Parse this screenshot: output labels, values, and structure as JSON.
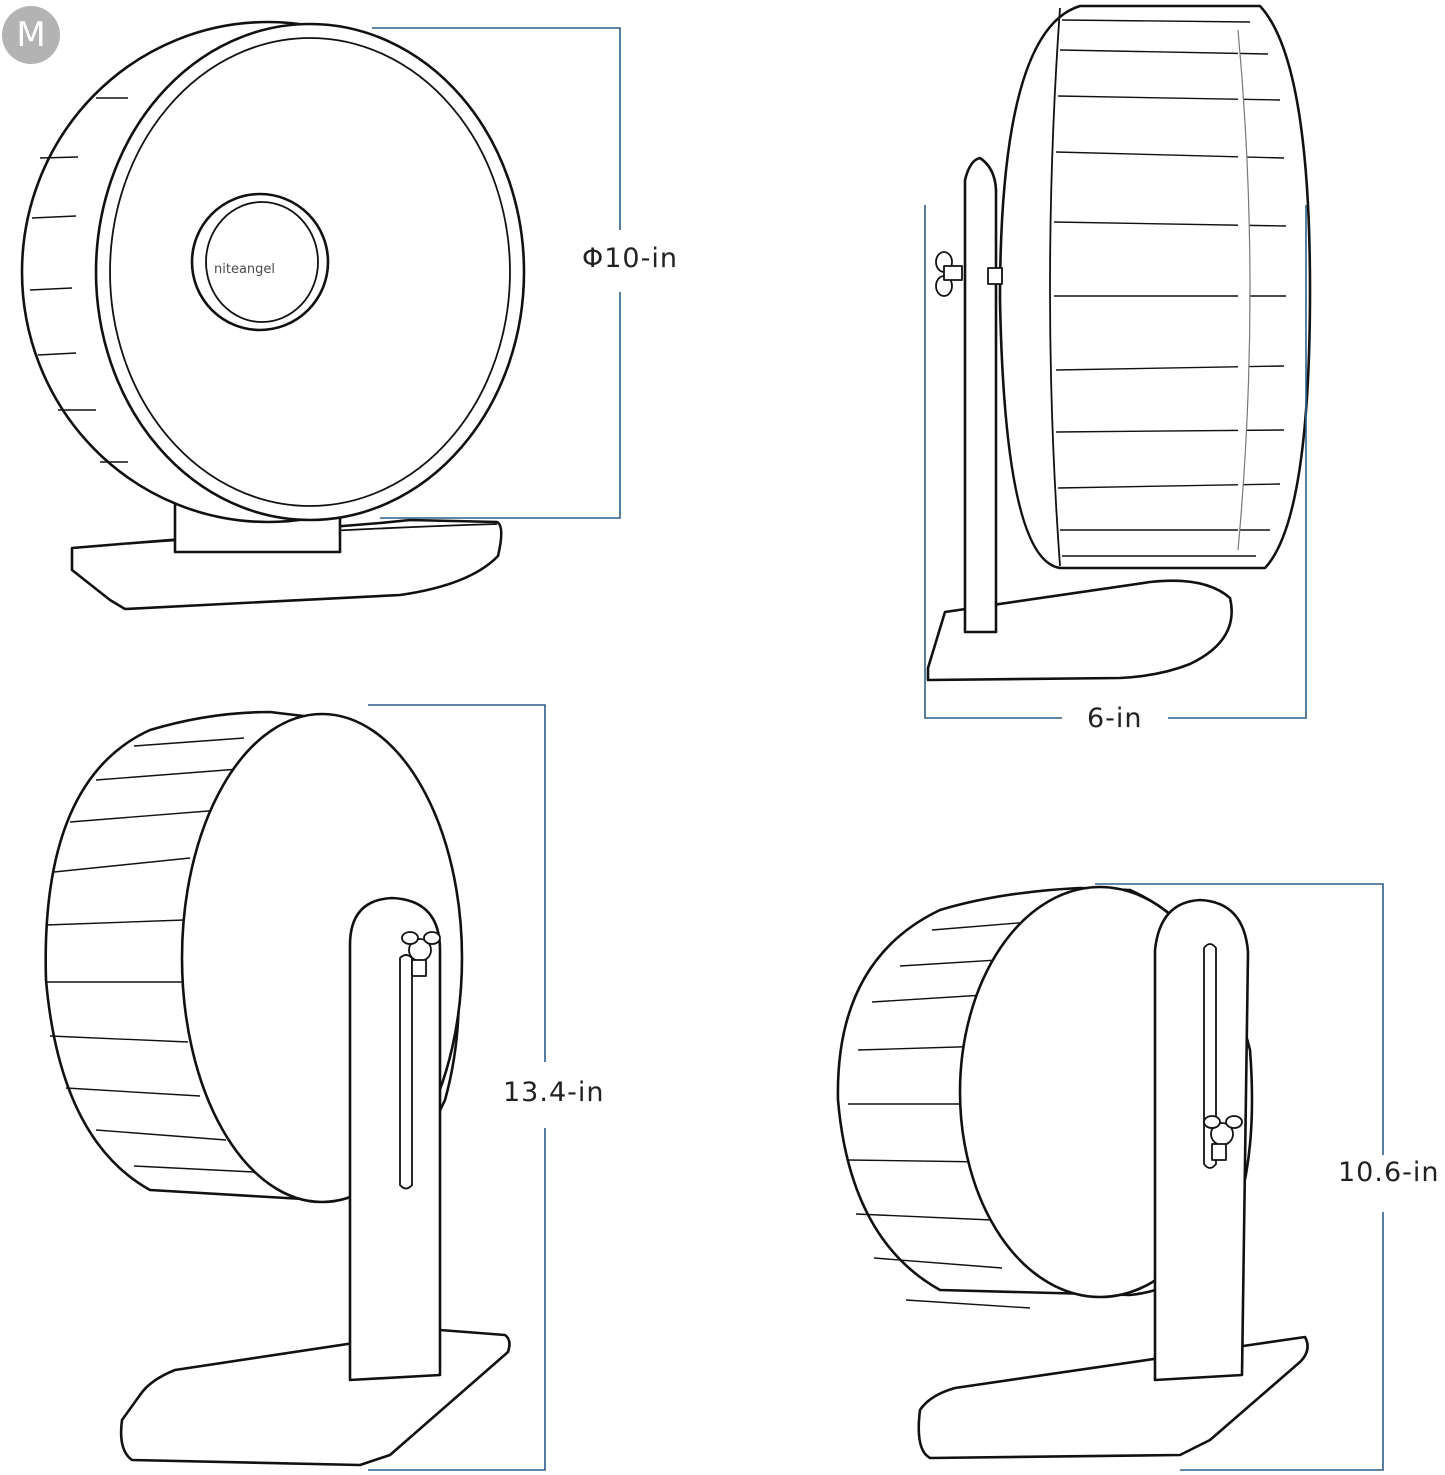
{
  "size_badge": "M",
  "brand": "niteangel",
  "dimensions": {
    "diameter": "Φ10-in",
    "depth": "6-in",
    "height_tall": "13.4-in",
    "height_short": "10.6-in"
  },
  "colors": {
    "outline": "#111111",
    "dimension_line": "#2d5f8a",
    "badge": "#b3b3b3",
    "background": "#ffffff"
  }
}
